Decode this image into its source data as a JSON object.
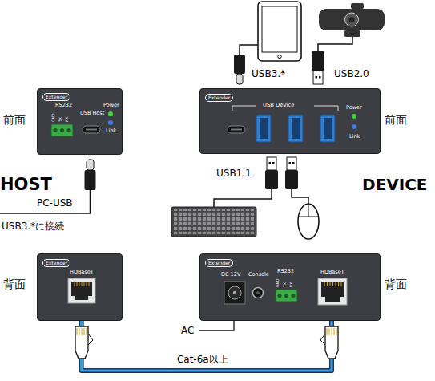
{
  "diagram": {
    "nodes": [
      {
        "text": [
          "Extender",
          "RS232",
          "GND",
          "TX",
          "RX",
          "USB Host",
          "Power",
          "Link"
        ]
      },
      {
        "text": [
          "Extender",
          "USB Device",
          "Power",
          "Link"
        ]
      },
      {
        "text": [
          "Extender",
          "HDBaseT"
        ]
      },
      {
        "text": [
          "Extender",
          "DC 12V",
          "Console",
          "RS232",
          "GND",
          "TX",
          "RX",
          "HDBaseT"
        ]
      }
    ],
    "edges": [
      {
        "from": 2,
        "to": 3,
        "arrow": "none",
        "label": "Cat-6a以上"
      }
    ],
    "labels": [
      "USB3.*",
      "USB2.0",
      "前面",
      "前面",
      "HOST",
      "DEVICE",
      "USB1.1",
      "PC-USB",
      "USB3.*に接続",
      "背面",
      "背面",
      "AC"
    ]
  }
}
